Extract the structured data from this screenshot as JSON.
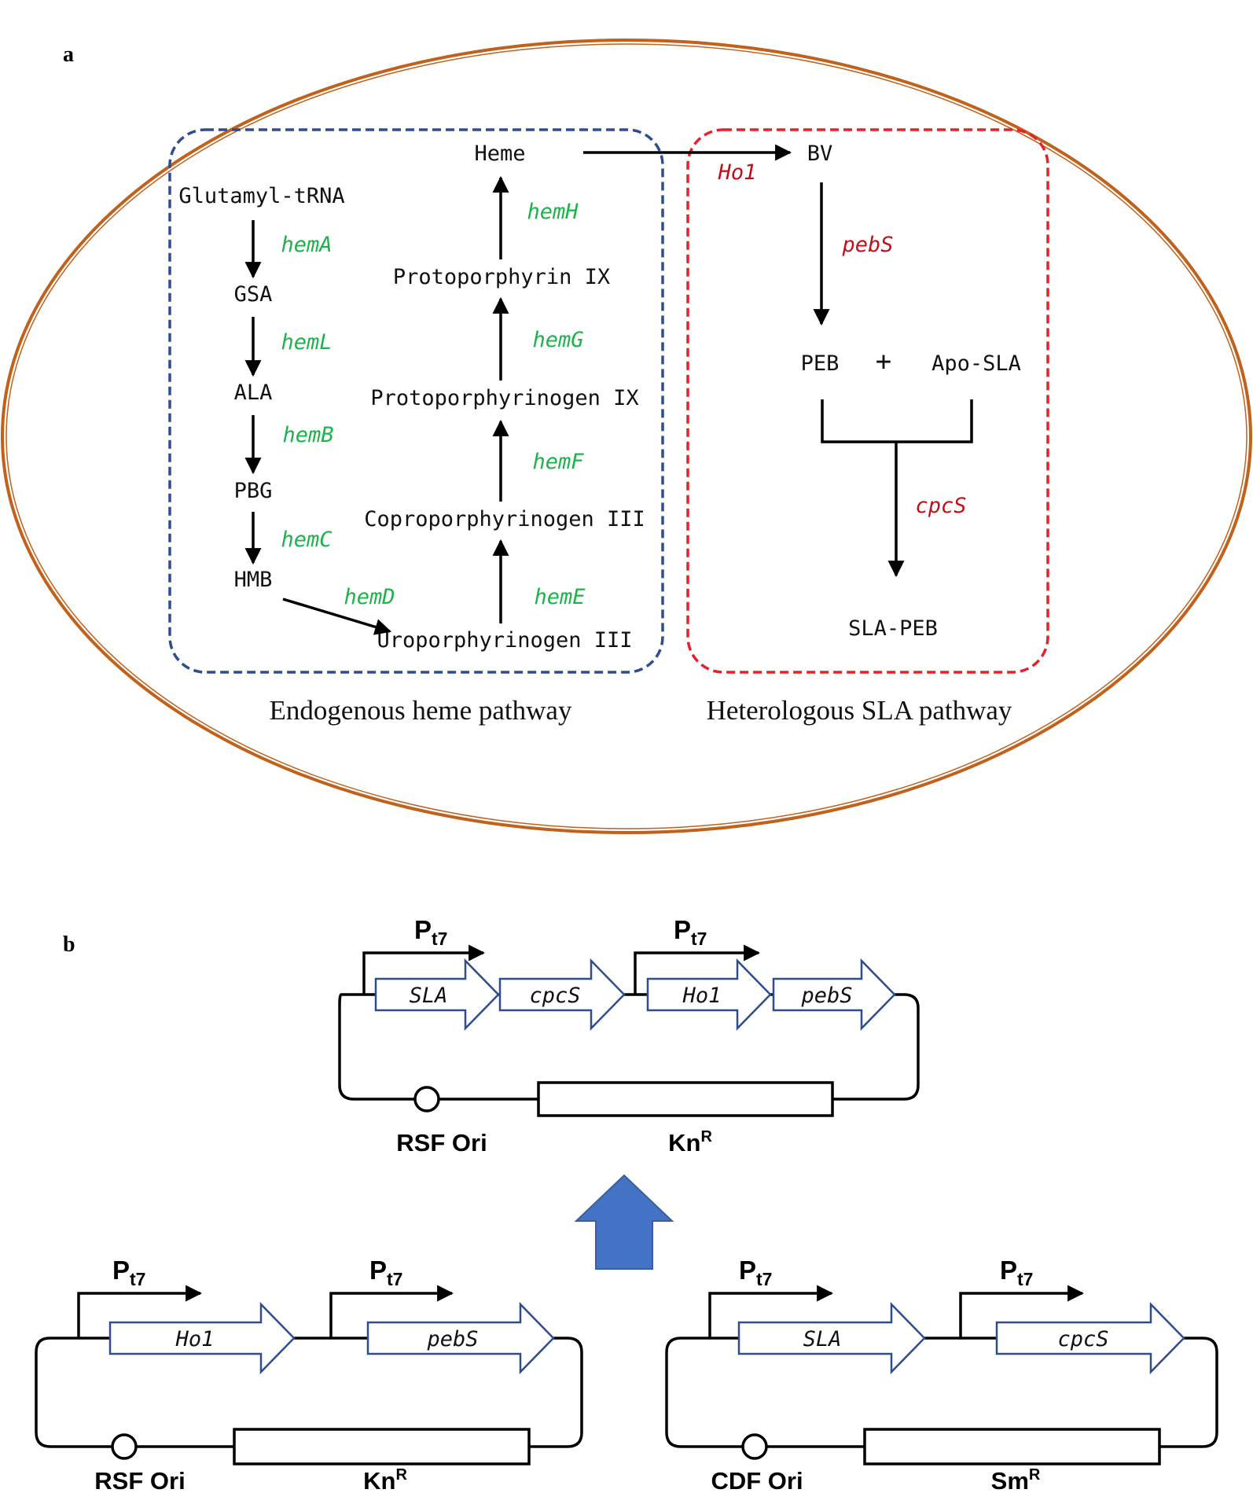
{
  "panel_a": {
    "label": "a",
    "metabolites": {
      "glutamyl_trna": "Glutamyl-tRNA",
      "gsa": "GSA",
      "ala": "ALA",
      "pbg": "PBG",
      "hmb": "HMB",
      "uroporphyrinogen": "Uroporphyrinogen III",
      "coproporphyrinogen": "Coproporphyrinogen III",
      "protoporphyrinogen": "Protoporphyrinogen IX",
      "protoporphyrin": "Protoporphyrin IX",
      "heme": "Heme",
      "bv": "BV",
      "peb": "PEB",
      "plus": "+",
      "apo_sla": "Apo-SLA",
      "sla_peb": "SLA-PEB"
    },
    "genes": {
      "hemA": "hemA",
      "hemL": "hemL",
      "hemB": "hemB",
      "hemC": "hemC",
      "hemD": "hemD",
      "hemE": "hemE",
      "hemF": "hemF",
      "hemG": "hemG",
      "hemH": "hemH",
      "ho1": "Ho1",
      "pebS": "pebS",
      "cpcS": "cpcS"
    },
    "endogenous_label": "Endogenous heme pathway",
    "heterologous_label": "Heterologous SLA pathway",
    "colors": {
      "cell_outline": "#c0611c",
      "endogenous_box": "#2e4d8f",
      "heterologous_box": "#e8202a",
      "endogenous_gene": "#1db34b",
      "heterologous_gene": "#c0101a"
    }
  },
  "panel_b": {
    "label": "b",
    "promoter": "P",
    "promoter_sub": "t7",
    "combined_plasmid": {
      "genes": [
        "SLA",
        "cpcS",
        "Ho1",
        "pebS"
      ],
      "ori": "RSF Ori",
      "resistance": "Kn",
      "resistance_sup": "R"
    },
    "plasmid_left": {
      "genes": [
        "Ho1",
        "pebS"
      ],
      "ori": "RSF Ori",
      "resistance": "Kn",
      "resistance_sup": "R"
    },
    "plasmid_right": {
      "genes": [
        "SLA",
        "cpcS"
      ],
      "ori": "CDF Ori",
      "resistance": "Sm",
      "resistance_sup": "R"
    },
    "colors": {
      "gene_arrow_stroke": "#2e4d8f",
      "merge_arrow_fill": "#4472c4"
    }
  }
}
